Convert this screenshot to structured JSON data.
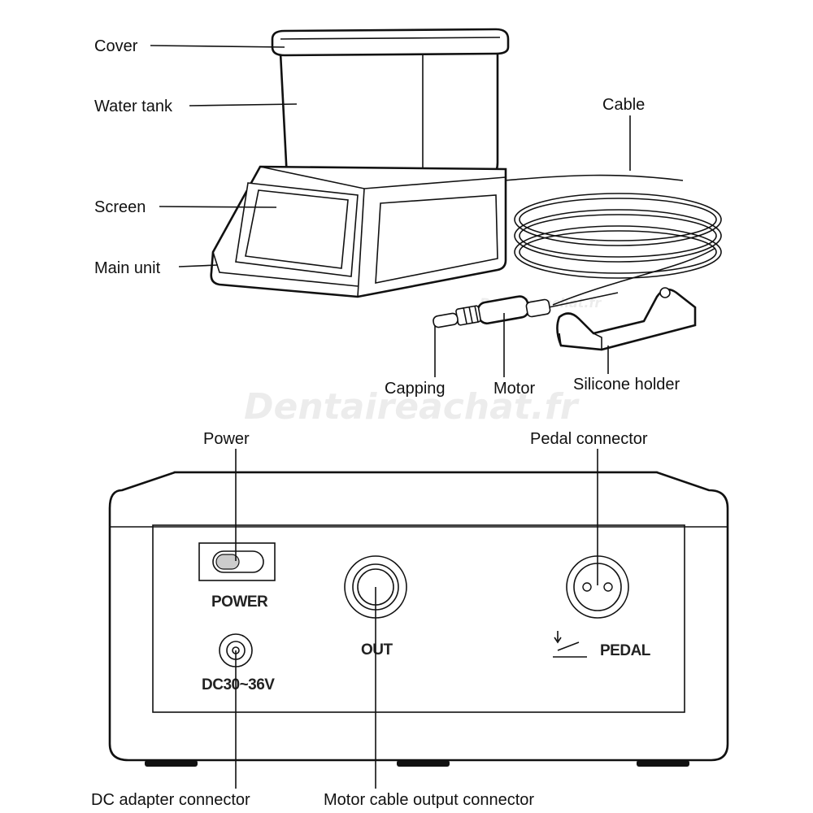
{
  "top_labels": {
    "cover": "Cover",
    "water_tank": "Water tank",
    "screen": "Screen",
    "main_unit": "Main unit",
    "cable": "Cable",
    "capping": "Capping",
    "motor": "Motor",
    "silicone_holder": "Silicone holder"
  },
  "bottom_labels": {
    "power": "Power",
    "pedal_connector": "Pedal connector",
    "dc_adapter_connector": "DC adapter connector",
    "motor_cable_output_connector": "Motor cable output connector"
  },
  "panel_text": {
    "power": "POWER",
    "dc": "DC30~36V",
    "out": "OUT",
    "pedal": "PEDAL"
  },
  "watermark": "Dentaireachat.fr"
}
